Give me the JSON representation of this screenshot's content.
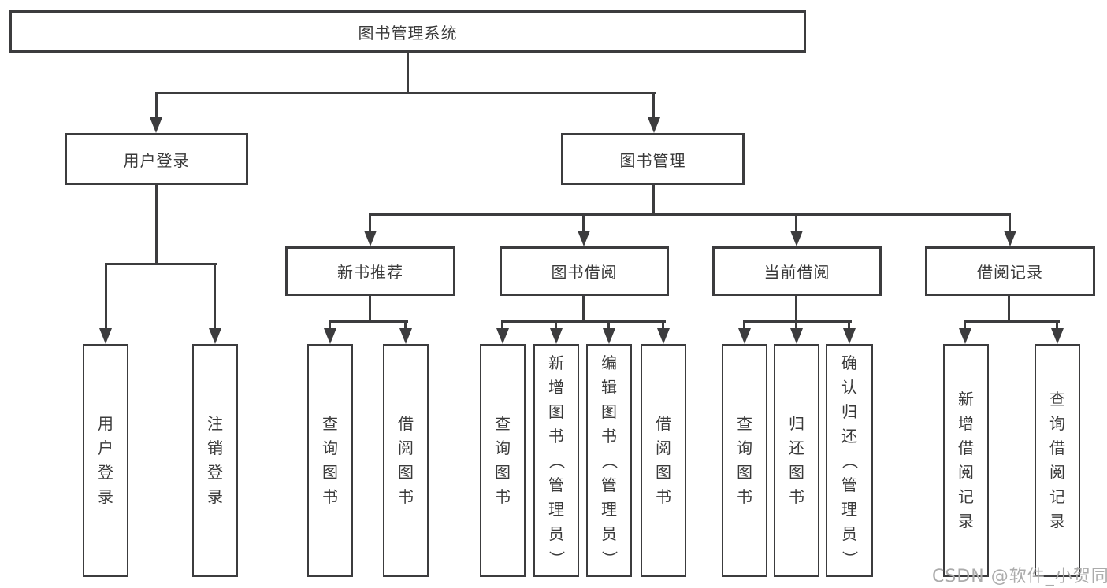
{
  "colors": {
    "line": "#3c3c3e",
    "text": "#3a3a3a",
    "background": "#ffffff",
    "watermark": "#ababab"
  },
  "nodes": {
    "root": {
      "label": "图书管理系统"
    },
    "level2": [
      {
        "id": "user-login",
        "label": "用户登录"
      },
      {
        "id": "book-management",
        "label": "图书管理"
      }
    ],
    "level3": [
      {
        "id": "new-book-recommend",
        "label": "新书推荐",
        "parent": "图书管理"
      },
      {
        "id": "book-borrow",
        "label": "图书借阅",
        "parent": "图书管理"
      },
      {
        "id": "current-borrow",
        "label": "当前借阅",
        "parent": "图书管理"
      },
      {
        "id": "borrow-records",
        "label": "借阅记录",
        "parent": "图书管理"
      }
    ],
    "leaves": [
      {
        "id": "user-login",
        "label": "用户登录",
        "parent": "用户登录"
      },
      {
        "id": "logout",
        "label": "注销登录",
        "parent": "用户登录"
      },
      {
        "id": "query-books-1",
        "label": "查询图书",
        "parent": "新书推荐"
      },
      {
        "id": "borrow-books-1",
        "label": "借阅图书",
        "parent": "新书推荐"
      },
      {
        "id": "query-books-2",
        "label": "查询图书",
        "parent": "图书借阅"
      },
      {
        "id": "add-books-admin",
        "label": "新增图书（管理员）",
        "parent": "图书借阅"
      },
      {
        "id": "edit-books-admin",
        "label": "编辑图书（管理员）",
        "parent": "图书借阅"
      },
      {
        "id": "borrow-books-2",
        "label": "借阅图书",
        "parent": "图书借阅"
      },
      {
        "id": "query-books-3",
        "label": "查询图书",
        "parent": "当前借阅"
      },
      {
        "id": "return-books",
        "label": "归还图书",
        "parent": "当前借阅"
      },
      {
        "id": "confirm-return-admin",
        "label": "确认归还（管理员）",
        "parent": "当前借阅"
      },
      {
        "id": "add-borrow-record",
        "label": "新增借阅记录",
        "parent": "借阅记录"
      },
      {
        "id": "query-borrow-record",
        "label": "查询借阅记录",
        "parent": "借阅记录"
      }
    ]
  },
  "watermark": "CSDN @软件_小贺同学"
}
